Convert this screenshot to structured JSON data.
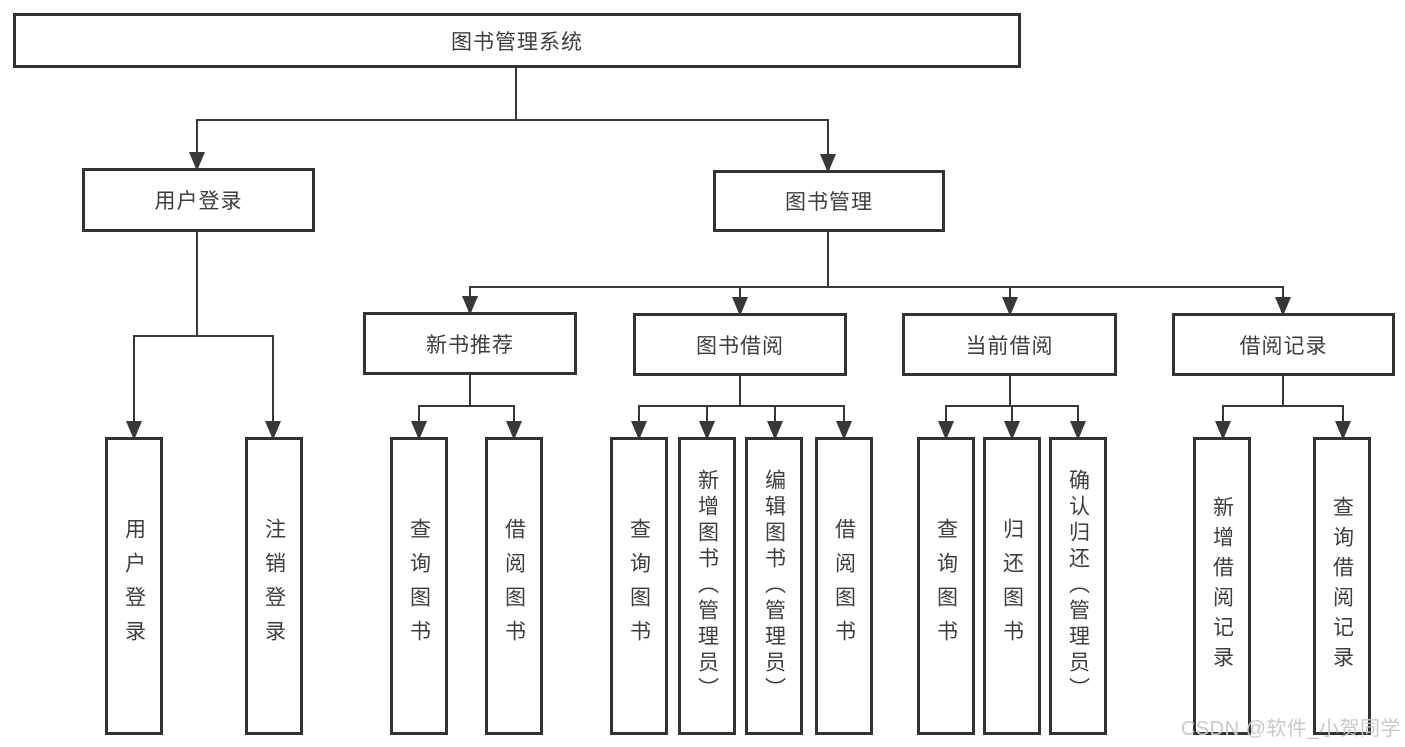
{
  "tree": {
    "label": "图书管理系统",
    "children": [
      {
        "label": "用户登录",
        "children": [
          {
            "label": "用户登录"
          },
          {
            "label": "注销登录"
          }
        ]
      },
      {
        "label": "图书管理",
        "children": [
          {
            "label": "新书推荐",
            "children": [
              {
                "label": "查询图书"
              },
              {
                "label": "借阅图书"
              }
            ]
          },
          {
            "label": "图书借阅",
            "children": [
              {
                "label": "查询图书"
              },
              {
                "label": "新增图书（管理员）"
              },
              {
                "label": "编辑图书（管理员）"
              },
              {
                "label": "借阅图书"
              }
            ]
          },
          {
            "label": "当前借阅",
            "children": [
              {
                "label": "查询图书"
              },
              {
                "label": "归还图书"
              },
              {
                "label": "确认归还（管理员）"
              }
            ]
          },
          {
            "label": "借阅记录",
            "children": [
              {
                "label": "新增借阅记录"
              },
              {
                "label": "查询借阅记录"
              }
            ]
          }
        ]
      }
    ]
  },
  "watermark": {
    "text": "CSDN @软件_小贺同学"
  },
  "colors": {
    "line": "#383838",
    "box_border": "#333333",
    "text": "#3e3e3e",
    "background": "#ffffff",
    "watermark": "#c9c9c9"
  }
}
